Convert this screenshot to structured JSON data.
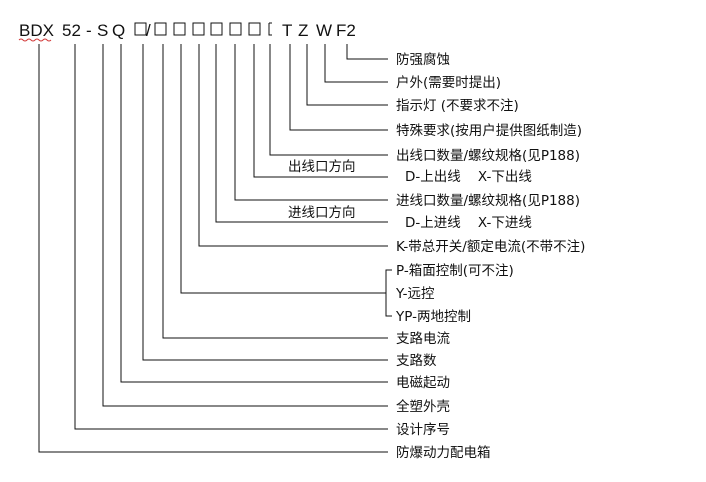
{
  "code": {
    "prefix": "BDX",
    "digits": "52",
    "dash": "-",
    "s": "S",
    "q": "Q",
    "slash": "/",
    "t": "T",
    "z": "Z",
    "w": "W",
    "f2": "F2"
  },
  "labels": [
    {
      "key": "f2",
      "text": "防强腐蚀"
    },
    {
      "key": "w",
      "text": "户外(需要时提出)"
    },
    {
      "key": "z",
      "text": "指示灯 (不要求不注)"
    },
    {
      "key": "t",
      "text": "特殊要求(按用户提供图纸制造)"
    },
    {
      "key": "out_qty",
      "text": "出线口数量/螺纹规格(见P188)"
    },
    {
      "key": "out_dir",
      "text": "出线口方向"
    },
    {
      "key": "out_dir_opts",
      "text": "D-上出线    X-下出线"
    },
    {
      "key": "in_qty",
      "text": "进线口数量/螺纹规格(见P188)"
    },
    {
      "key": "in_dir",
      "text": "进线口方向"
    },
    {
      "key": "in_dir_opts",
      "text": "D-上进线    X-下进线"
    },
    {
      "key": "k",
      "text": "K-带总开关/额定电流(不带不注)"
    },
    {
      "key": "ctrl_p",
      "text": "P-箱面控制(可不注)"
    },
    {
      "key": "ctrl_y",
      "text": "Y-远控"
    },
    {
      "key": "ctrl_yp",
      "text": "YP-两地控制"
    },
    {
      "key": "branch_current",
      "text": "支路电流"
    },
    {
      "key": "branch_count",
      "text": "支路数"
    },
    {
      "key": "q",
      "text": "电磁起动"
    },
    {
      "key": "s",
      "text": "全塑外壳"
    },
    {
      "key": "digits",
      "text": "设计序号"
    },
    {
      "key": "prefix",
      "text": "防爆动力配电箱"
    }
  ]
}
